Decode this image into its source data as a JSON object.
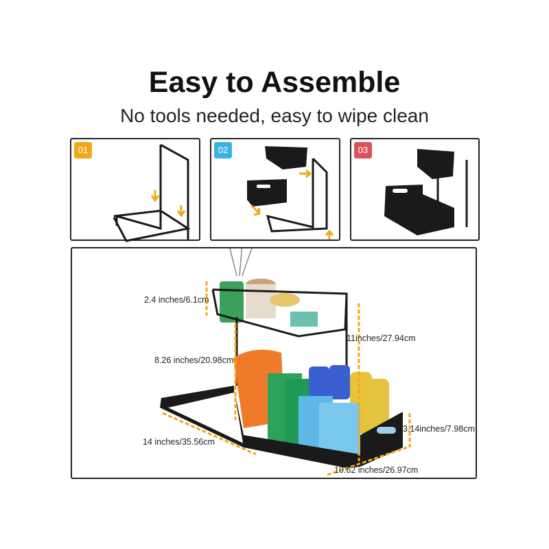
{
  "header": {
    "title": "Easy to Assemble",
    "subtitle": "No tools needed, easy to wipe clean"
  },
  "steps": [
    {
      "number": "01",
      "color": "#f0a818"
    },
    {
      "number": "02",
      "color": "#3bb3e0"
    },
    {
      "number": "03",
      "color": "#d9545a"
    }
  ],
  "dimensions": {
    "top_basket_height": "2.4 inches/6.1cm",
    "total_height": "11inches/27.94cm",
    "shelf_gap": "8.26 inches/20.98cm",
    "depth": "14 inches/35.56cm",
    "drawer_height": "3.14inches/7.98cm",
    "width": "10.62 inches/26.97cm"
  },
  "colors": {
    "arrow": "#f0a818",
    "frame": "#1a1a1a"
  }
}
